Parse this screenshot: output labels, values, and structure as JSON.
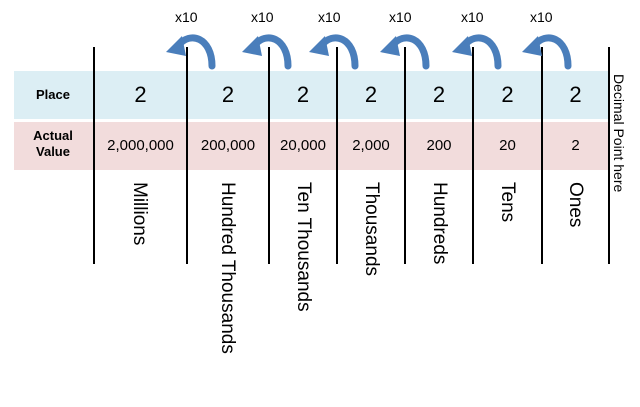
{
  "rows": {
    "place_label": "Place",
    "value_label_line1": "Actual",
    "value_label_line2": "Value"
  },
  "columns": [
    {
      "name": "Millions",
      "digit": "2",
      "value": "2,000,000"
    },
    {
      "name": "Hundred Thousands",
      "digit": "2",
      "value": "200,000"
    },
    {
      "name": "Ten Thousands",
      "digit": "2",
      "value": "20,000"
    },
    {
      "name": "Thousands",
      "digit": "2",
      "value": "2,000"
    },
    {
      "name": "Hundreds",
      "digit": "2",
      "value": "200"
    },
    {
      "name": "Tens",
      "digit": "2",
      "value": "20"
    },
    {
      "name": "Ones",
      "digit": "2",
      "value": "2"
    }
  ],
  "multipliers": [
    "x10",
    "x10",
    "x10",
    "x10",
    "x10",
    "x10"
  ],
  "decimal_note": "Decimal Point here",
  "colors": {
    "place_band": "#dceef4",
    "value_band": "#f2dcdc",
    "arrow": "#4a7ebb"
  }
}
